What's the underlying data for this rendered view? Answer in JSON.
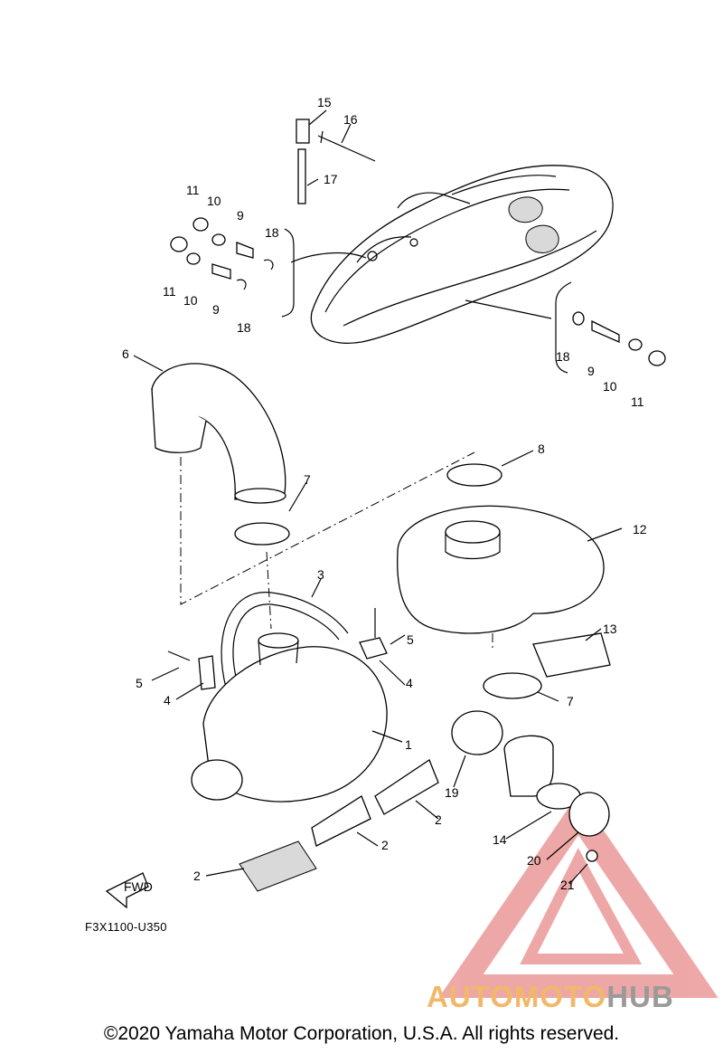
{
  "diagram_code": "F3X1100-U350",
  "fwd_label": "FWD",
  "copyright": "©2020 Yamaha Motor Corporation, U.S.A. All rights reserved.",
  "watermark": {
    "part1": "AUTOMOTO",
    "part2": "HUB",
    "color_accent": "#f2b86a",
    "color_gray": "#9a9a9a",
    "triangle_color": "#e88080"
  },
  "callouts": {
    "c1": "1",
    "c2a": "2",
    "c2b": "2",
    "c2c": "2",
    "c3": "3",
    "c4a": "4",
    "c4b": "4",
    "c5a": "5",
    "c5b": "5",
    "c6": "6",
    "c7a": "7",
    "c7b": "7",
    "c8": "8",
    "c9a": "9",
    "c9b": "9",
    "c9c": "9",
    "c10a": "10",
    "c10b": "10",
    "c10c": "10",
    "c11a": "11",
    "c11b": "11",
    "c11c": "11",
    "c12": "12",
    "c13": "13",
    "c14": "14",
    "c15": "15",
    "c16": "16",
    "c17": "17",
    "c18a": "18",
    "c18b": "18",
    "c18c": "18",
    "c19": "19",
    "c20": "20",
    "c21": "21"
  }
}
